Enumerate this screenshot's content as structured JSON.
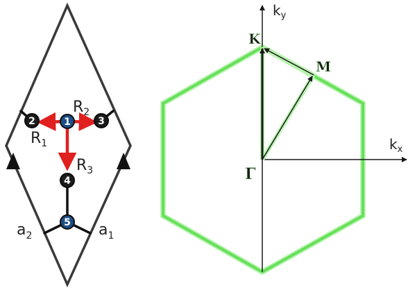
{
  "colors": {
    "lattice_outline": "#3a3a3a",
    "bond": "#111111",
    "r_vector": "#e0201f",
    "site_dark": "#1c1c1c",
    "site_blue": "#1d4f86",
    "bz_edge": "#66e05a",
    "bz_glow": "#b9f3b0",
    "path": "#1a1a1a"
  },
  "left_panel": {
    "sites": [
      {
        "label": "1",
        "style": "blue"
      },
      {
        "label": "2",
        "style": "dark"
      },
      {
        "label": "3",
        "style": "dark"
      },
      {
        "label": "4",
        "style": "dark"
      },
      {
        "label": "5",
        "style": "blue"
      }
    ],
    "vectors": {
      "r1": "R",
      "r1_sub": "1",
      "r2": "R",
      "r2_sub": "2",
      "r3": "R",
      "r3_sub": "3"
    },
    "lattice": {
      "a1": "a",
      "a1_sub": "1",
      "a2": "a",
      "a2_sub": "2"
    }
  },
  "right_panel": {
    "axes": {
      "kx": "k",
      "kx_sub": "x",
      "ky": "k",
      "ky_sub": "y"
    },
    "points": {
      "gamma": "Γ",
      "k": "K",
      "m": "M"
    }
  }
}
